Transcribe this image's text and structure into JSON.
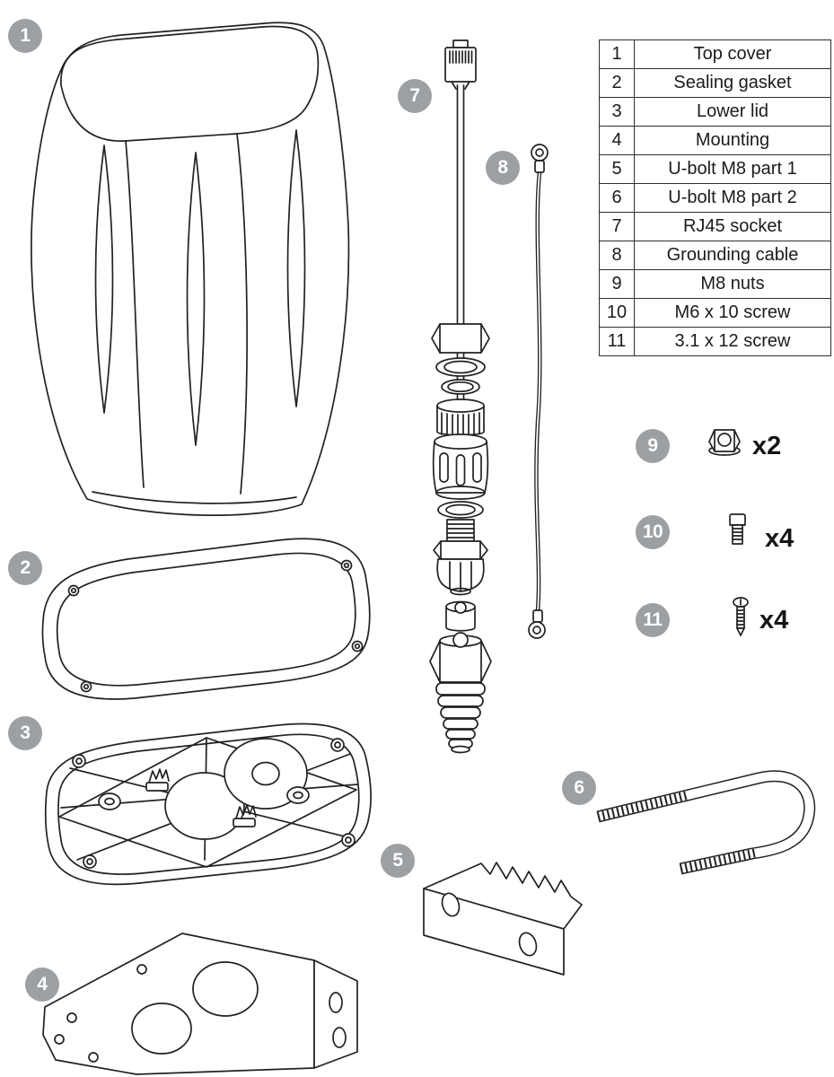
{
  "parts_table": {
    "rows": [
      {
        "id": "1",
        "name": "Top cover"
      },
      {
        "id": "2",
        "name": "Sealing gasket"
      },
      {
        "id": "3",
        "name": "Lower lid"
      },
      {
        "id": "4",
        "name": "Mounting"
      },
      {
        "id": "5",
        "name": "U-bolt M8 part 1"
      },
      {
        "id": "6",
        "name": "U-bolt M8 part 2"
      },
      {
        "id": "7",
        "name": "RJ45 socket"
      },
      {
        "id": "8",
        "name": "Grounding cable"
      },
      {
        "id": "9",
        "name": "M8 nuts"
      },
      {
        "id": "10",
        "name": "M6 x 10 screw"
      },
      {
        "id": "11",
        "name": "3.1 x 12 screw"
      }
    ]
  },
  "hardware": {
    "m8_nuts_qty": "x2",
    "m6_screw_qty": "x4",
    "tapping_screw_qty": "x4"
  },
  "colors": {
    "line": "#222222",
    "badge_background": "#9da0a3",
    "badge_text": "#ffffff",
    "table_border": "#2e2e2e"
  }
}
